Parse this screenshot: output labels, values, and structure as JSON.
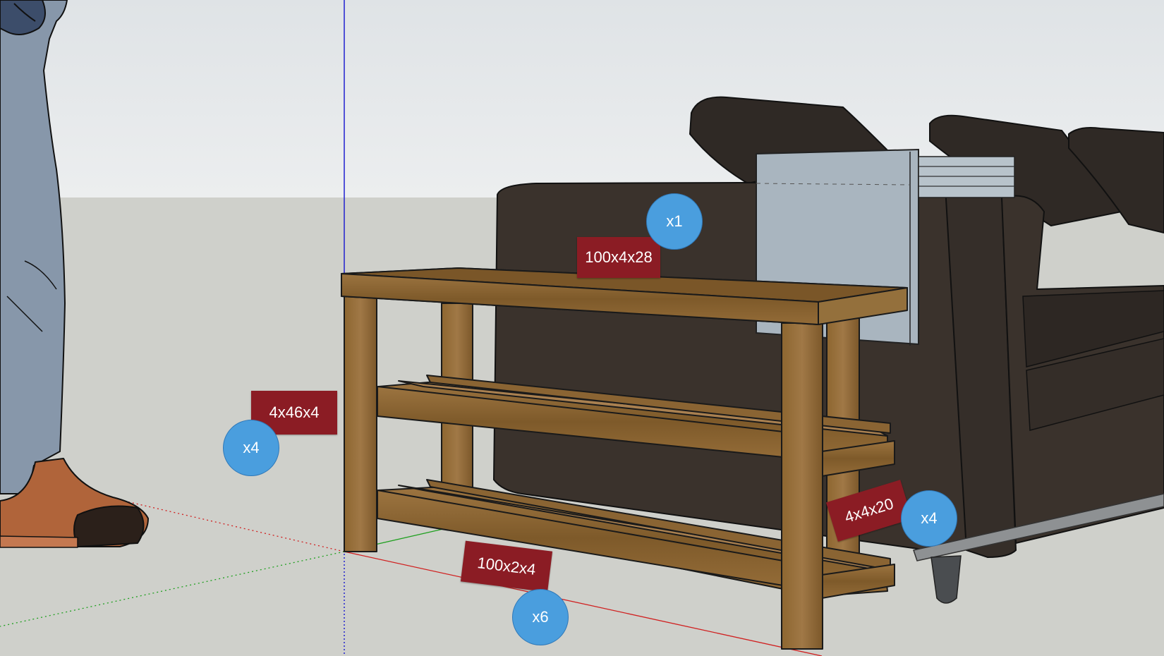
{
  "scene": {
    "colors": {
      "sky": "#e3e6e8",
      "ground": "#cfd0cb",
      "wood": "#8a6633",
      "sofa": "#3a322c",
      "label_red": "#8b1c24",
      "badge_blue": "#4a9ede",
      "axis_blue": "#2020d0",
      "axis_red": "#d02020",
      "axis_green": "#20a020"
    },
    "icons": [
      "person-figure",
      "sofa",
      "wooden-bench",
      "window-panel"
    ]
  },
  "parts": [
    {
      "dimension": "100x4x28",
      "quantity": "x1"
    },
    {
      "dimension": "4x46x4",
      "quantity": "x4"
    },
    {
      "dimension": "4x4x20",
      "quantity": "x4"
    },
    {
      "dimension": "100x2x4",
      "quantity": "x6"
    }
  ]
}
